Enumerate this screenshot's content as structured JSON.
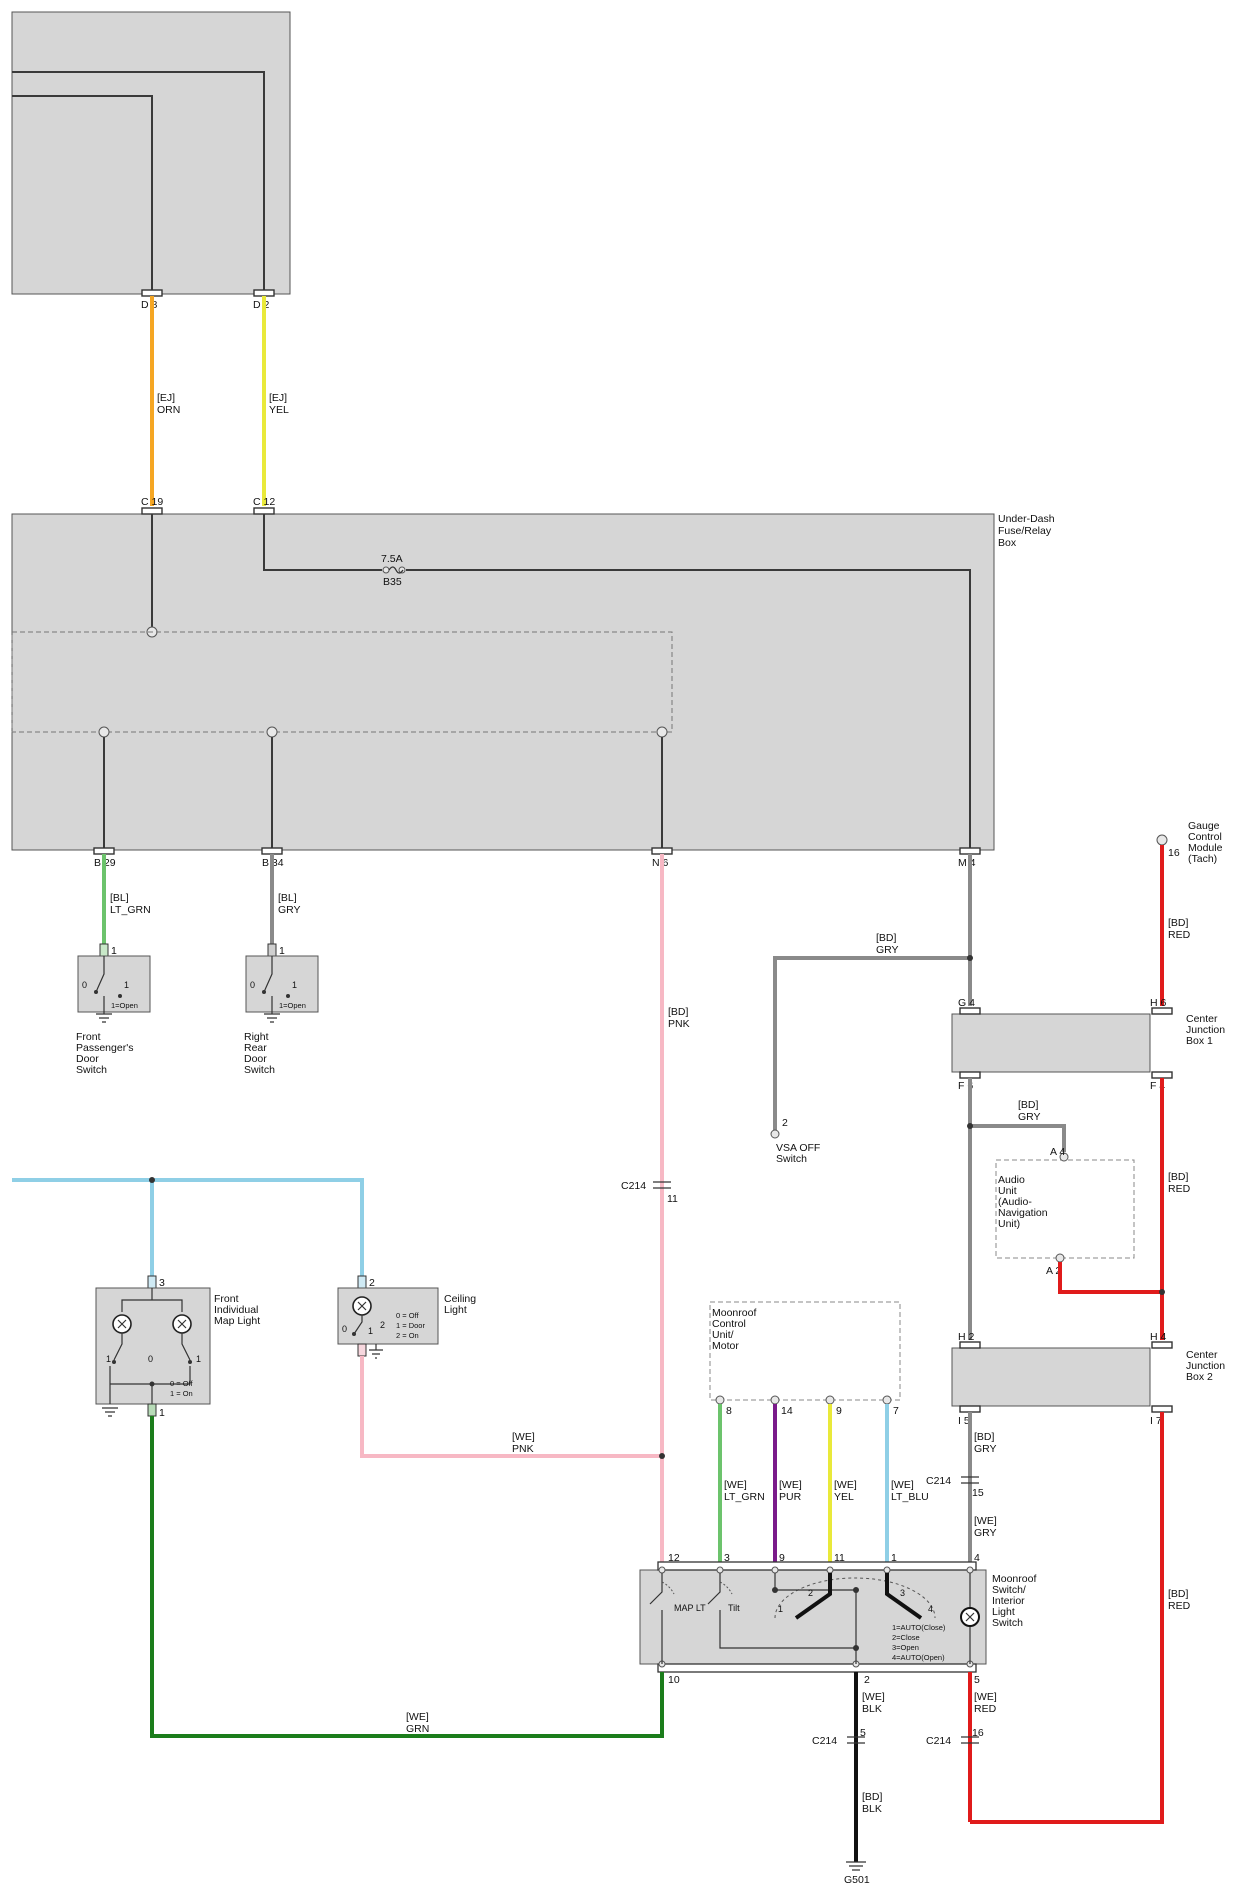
{
  "colors": {
    "ORN": "#f5a623",
    "YEL": "#e9e93a",
    "GRY": "#8a8a8a",
    "LT_GRN": "#6cc36c",
    "PNK": "#f7b8c4",
    "LT_BLU": "#8fcfe6",
    "PUR": "#7a1a8a",
    "GRN": "#1b7d1b",
    "RED": "#e01b1b",
    "BLK": "#111111",
    "box": "#d6d6d6"
  },
  "top_box": {
    "pins": {
      "d8": "D  8",
      "d2": "D  2"
    }
  },
  "wires_top": {
    "orn": [
      "[EJ]",
      "ORN"
    ],
    "yel": [
      "[EJ]",
      "YEL"
    ]
  },
  "fuse_box": {
    "label": [
      "Under-Dash",
      "Fuse/Relay",
      "Box"
    ],
    "fuse_rating": "7.5A",
    "fuse_id": "B35",
    "pins": {
      "c19": "C  19",
      "c12": "C  12",
      "b29": "B  29",
      "b34": "B  34",
      "n6": "N  6",
      "m4": "M  4"
    }
  },
  "door_switches": [
    {
      "wire": [
        "[BL]",
        "LT_GRN"
      ],
      "pin": "1",
      "legend": "1=Open",
      "pos0": "0",
      "pos1": "1",
      "label": [
        "Front",
        "Passenger's",
        "Door",
        "Switch"
      ]
    },
    {
      "wire": [
        "[BL]",
        "GRY"
      ],
      "pin": "1",
      "legend": "1=Open",
      "pos0": "0",
      "pos1": "1",
      "label": [
        "Right",
        "Rear",
        "Door",
        "Switch"
      ]
    }
  ],
  "pnk_upper": [
    "[BD]",
    "PNK"
  ],
  "c214_11": {
    "name": "C214",
    "pin": "11"
  },
  "vsa": {
    "wire": [
      "[BD]",
      "GRY"
    ],
    "pin": "2",
    "label": [
      "VSA OFF",
      "Switch"
    ]
  },
  "gauge": {
    "pin": "16",
    "label": [
      "Gauge",
      "Control",
      "Module",
      "(Tach)"
    ],
    "wire": [
      "[BD]",
      "RED"
    ]
  },
  "cjb1": {
    "label": [
      "Center",
      "Junction",
      "Box 1"
    ],
    "pins": {
      "g4": "G  4",
      "h6": "H  6",
      "f6": "F  6",
      "f4": "F  4"
    }
  },
  "audio": {
    "wire": [
      "[BD]",
      "GRY"
    ],
    "pin_a4": "A  4",
    "pin_a2": "A  2",
    "label": [
      "Audio",
      "Unit",
      "(Audio-",
      "Navigation",
      "Unit)"
    ]
  },
  "red_mid": [
    "[BD]",
    "RED"
  ],
  "cjb2": {
    "label": [
      "Center",
      "Junction",
      "Box 2"
    ],
    "pins": {
      "h2": "H  2",
      "h4": "H  4",
      "i5": "I  5",
      "i7": "I  7"
    }
  },
  "gry_lower": [
    "[BD]",
    "GRY"
  ],
  "c214_15": {
    "name": "C214",
    "pin": "15"
  },
  "we_gry": [
    "[WE]",
    "GRY"
  ],
  "red_right": [
    "[BD]",
    "RED"
  ],
  "map_light": {
    "pin_top": "3",
    "pin_bot": "1",
    "pos": [
      "1",
      "0",
      "1"
    ],
    "legend": [
      "0 = Off",
      "1 = On"
    ],
    "label": [
      "Front",
      "Individual",
      "Map Light"
    ]
  },
  "ceiling": {
    "pin_top": "2",
    "pos": [
      "0",
      "1",
      "2"
    ],
    "legend": [
      "0 = Off",
      "1 = Door",
      "2 = On"
    ],
    "label": [
      "Ceiling",
      "Light"
    ]
  },
  "we_pnk": [
    "[WE]",
    "PNK"
  ],
  "moonroof_unit": {
    "label": [
      "Moonroof",
      "Control",
      "Unit/",
      "Motor"
    ],
    "pins": [
      "8",
      "14",
      "9",
      "7"
    ]
  },
  "mr_wires": [
    [
      "[WE]",
      "LT_GRN"
    ],
    [
      "[WE]",
      "PUR"
    ],
    [
      "[WE]",
      "YEL"
    ],
    [
      "[WE]",
      "LT_BLU"
    ]
  ],
  "mr_switch": {
    "label": [
      "Moonroof",
      "Switch/",
      "Interior",
      "Light",
      "Switch"
    ],
    "top_pins": [
      "12",
      "3",
      "9",
      "11",
      "1",
      "4"
    ],
    "bot_pins": [
      "10",
      "2",
      "5"
    ],
    "map_lt": "MAP LT",
    "tilt": "Tilt",
    "pos": [
      "1",
      "2",
      "3",
      "4"
    ],
    "legend": [
      "1=AUTO(Close)",
      "2=Close",
      "3=Open",
      "4=AUTO(Open)"
    ]
  },
  "we_grn": [
    "[WE]",
    "GRN"
  ],
  "we_blk": [
    "[WE]",
    "BLK"
  ],
  "c214_5": {
    "name": "C214",
    "pin": "5"
  },
  "bd_blk": [
    "[BD]",
    "BLK"
  ],
  "ground": "G501",
  "we_red": [
    "[WE]",
    "RED"
  ],
  "c214_16": {
    "name": "C214",
    "pin": "16"
  }
}
